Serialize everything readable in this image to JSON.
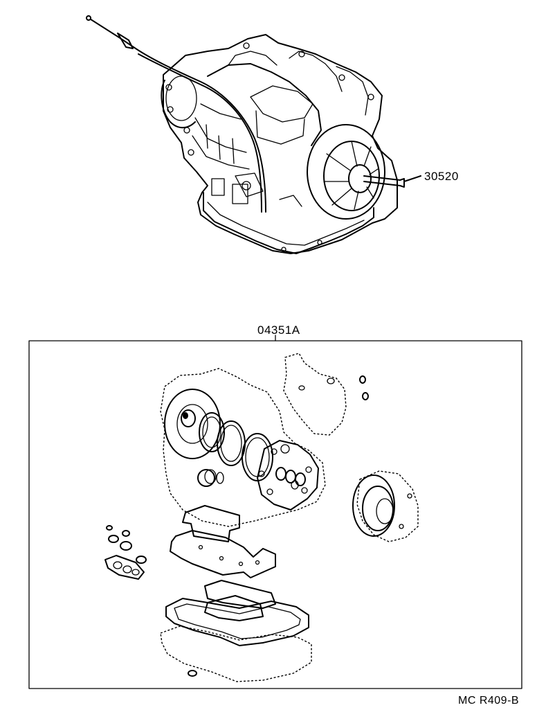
{
  "labels": {
    "transaxle_part": "30520",
    "gasket_kit_part": "04351A",
    "page_ref": "MC R409-B"
  }
}
